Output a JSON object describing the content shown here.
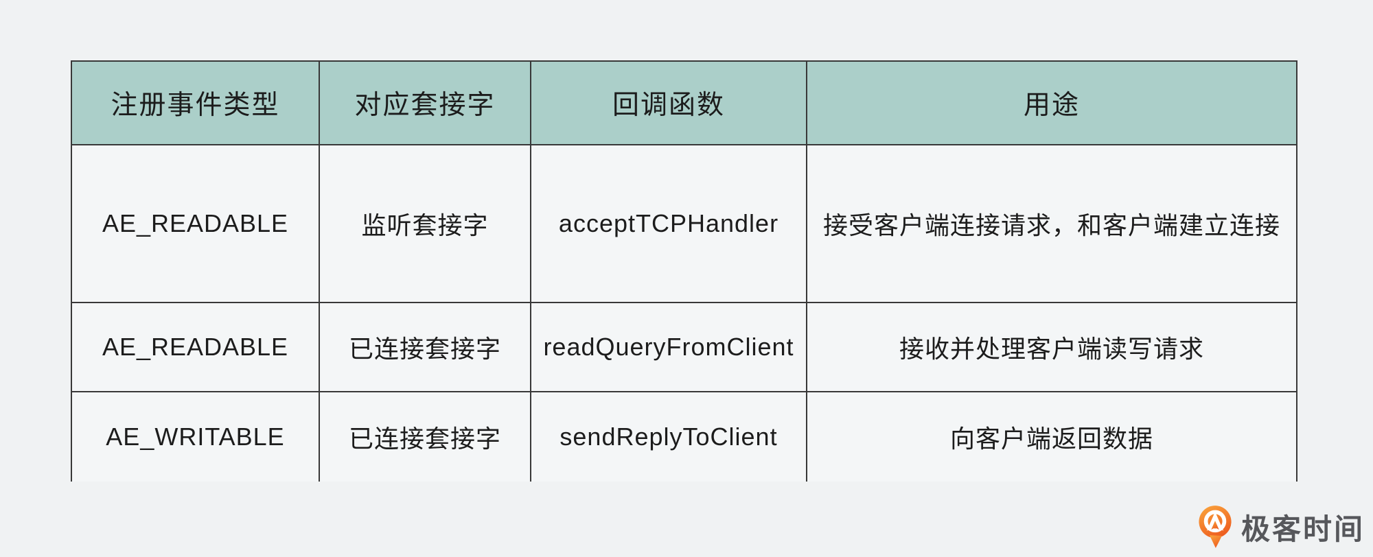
{
  "table": {
    "headers": [
      "注册事件类型",
      "对应套接字",
      "回调函数",
      "用途"
    ],
    "rows": [
      [
        "AE_READABLE",
        "监听套接字",
        "acceptTCPHandler",
        "接受客户端连接请求，和客户端建立连接"
      ],
      [
        "AE_READABLE",
        "已连接套接字",
        "readQueryFromClient",
        "接收并处理客户端读写请求"
      ],
      [
        "AE_WRITABLE",
        "已连接套接字",
        "sendReplyToClient",
        "向客户端返回数据"
      ]
    ]
  },
  "branding": {
    "logo_text": "极客时间",
    "logo_icon": "geektime-pin-icon",
    "icon_color_top": "#f9a13b",
    "icon_color_bottom": "#ed5a1e"
  },
  "colors": {
    "page_bg": "#f0f2f3",
    "cell_bg": "#f4f6f7",
    "header_bg": "#abcfc9",
    "border": "#383838",
    "text": "#1c1c1c",
    "logo_text": "#56575b"
  }
}
